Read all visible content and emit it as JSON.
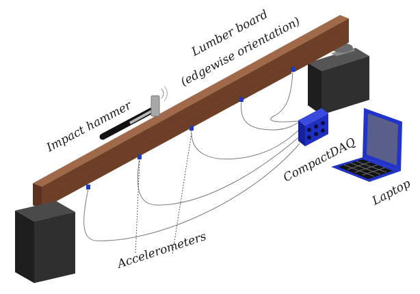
{
  "labels": {
    "lumber_line1": "Lumber board",
    "lumber_line2": "(edgewise orientation)",
    "impact_hammer": "Impact hammer",
    "compactdaq": "CompactDAQ",
    "laptop": "Laptop",
    "accelerometers": "Accelerometers"
  },
  "colors": {
    "board_top": "#a0694a",
    "board_front": "#6e3f27",
    "board_edge": "#8a5335",
    "support_front": "#2f2f2f",
    "support_side": "#1e1e1e",
    "support_top": "#4a4a4a",
    "daq_blue": "#1f2fbf",
    "laptop_blue": "#2233c8",
    "sensor_blue": "#1f3cc0"
  },
  "icons": [
    "impact-hammer-icon",
    "compactdaq-icon",
    "laptop-icon",
    "accelerometer-icon",
    "support-block-icon"
  ]
}
